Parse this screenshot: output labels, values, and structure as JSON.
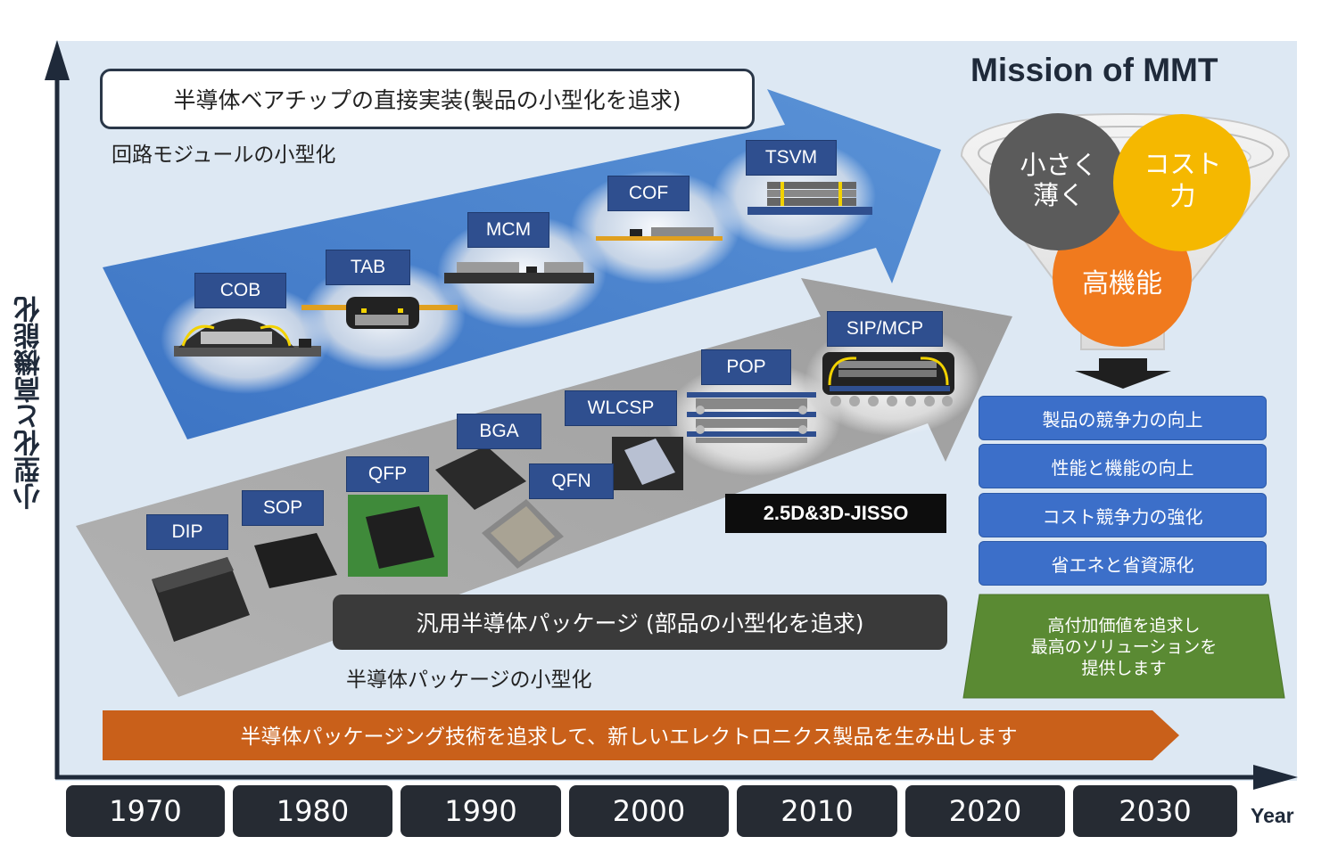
{
  "title": "Mission of MMT",
  "y_axis_label": "小型化と高機能化",
  "x_axis_label": "Year",
  "upper_arrow": {
    "heading": "半導体ベアチップの直接実装(製品の小型化を追求)",
    "caption": "回路モジュールの小型化",
    "items": [
      "COB",
      "TAB",
      "MCM",
      "COF",
      "TSVM"
    ]
  },
  "lower_arrow": {
    "heading": "汎用半導体パッケージ (部品の小型化を追求)",
    "caption": "半導体パッケージの小型化",
    "items": [
      "DIP",
      "SOP",
      "QFP",
      "BGA",
      "QFN",
      "WLCSP",
      "POP",
      "SIP/MCP"
    ],
    "badge": "2.5D&3D-JISSO"
  },
  "bottom_banner": "半導体パッケージング技術を追求して、新しいエレクトロニクス製品を生み出します",
  "years": [
    "1970",
    "1980",
    "1990",
    "2000",
    "2010",
    "2020",
    "2030"
  ],
  "funnel": {
    "circle_small_line1": "小さく",
    "circle_small_line2": "薄く",
    "circle_cost_line1": "コスト",
    "circle_cost_line2": "力",
    "circle_function": "高機能"
  },
  "benefits": [
    "製品の競争力の向上",
    "性能と機能の向上",
    "コスト競争力の強化",
    "省エネと省資源化"
  ],
  "summary": {
    "line1": "高付加価値を追求し",
    "line2": "最高のソリューションを",
    "line3": "提供します"
  },
  "colors": {
    "panel_bg": "#dde8f3",
    "upper_arrow": "#4f86cc",
    "lower_arrow": "#a9a9a9",
    "label_box": "#2f4f8f",
    "circle_gray": "#5b5b5b",
    "circle_yellow": "#f5b800",
    "circle_orange": "#f07a1e",
    "benefit_box": "#3c6fc9",
    "summary_box": "#5a8a33",
    "banner": "#c9601a",
    "year_box": "#262b33"
  }
}
